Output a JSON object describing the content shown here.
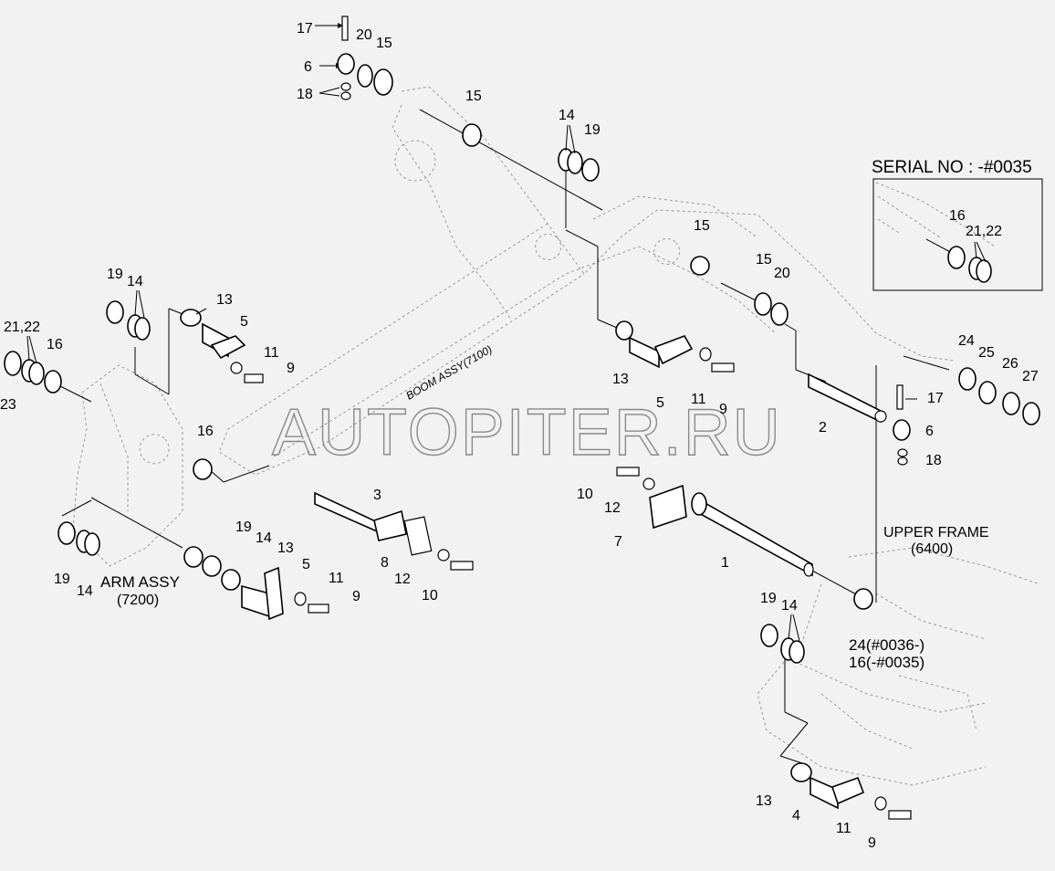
{
  "watermark": "AUTOPITER.RU",
  "assemblies": {
    "boom": "BOOM ASSY(7100)",
    "arm_line1": "ARM ASSY",
    "arm_line2": "(7200)",
    "upper_line1": "UPPER FRAME",
    "upper_line2": "(6400)"
  },
  "inset": {
    "title": "SERIAL NO : -#0035",
    "labels": [
      "16",
      "21,22"
    ]
  },
  "notes": {
    "n24": "24(#0036-)",
    "n16": "16(-#0035)"
  },
  "callouts": [
    "17",
    "20",
    "15",
    "6",
    "18",
    "15",
    "14",
    "19",
    "19",
    "14",
    "13",
    "5",
    "11",
    "9",
    "21,22",
    "16",
    "23",
    "16",
    "15",
    "15",
    "20",
    "13",
    "5",
    "11",
    "9",
    "17",
    "2",
    "6",
    "18",
    "24",
    "25",
    "26",
    "27",
    "3",
    "8",
    "12",
    "10",
    "10",
    "12",
    "7",
    "1",
    "19",
    "14",
    "13",
    "5",
    "11",
    "9",
    "19",
    "14",
    "13",
    "4",
    "11",
    "9"
  ]
}
